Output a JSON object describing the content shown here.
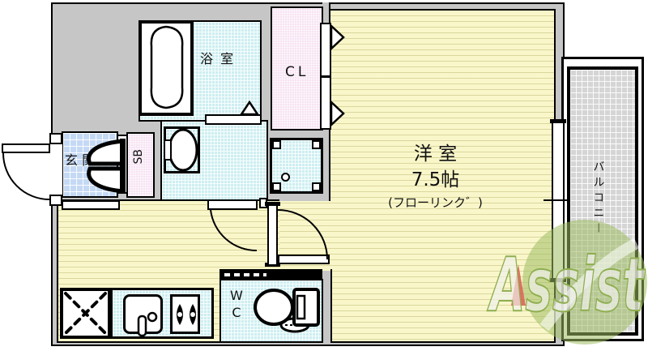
{
  "floorplan": {
    "rooms": {
      "bathroom": {
        "label": "浴 室"
      },
      "closet": {
        "label": "CL"
      },
      "entrance": {
        "label": "玄 関"
      },
      "shoebox": {
        "label": "SB"
      },
      "main_room": {
        "label": "洋 室",
        "size": "7.5帖",
        "floor_type": "(フローリンク゛)"
      },
      "wc": {
        "line1": "W",
        "line2": "C"
      },
      "balcony": {
        "label": "バルコニー"
      }
    },
    "logo": {
      "text": "Assist"
    },
    "colors": {
      "wall_gray": "#c6c6c6",
      "floor_yellow": "#f9f7ca",
      "wet_area_cyan": "#cdeef1",
      "entrance_blue": "#c5d9f4",
      "closet_pink": "#f7e3f3",
      "balcony_gray": "#d5d5d5",
      "outline_black": "#000000",
      "logo_green": "#9fbe62",
      "logo_red": "#d85b50"
    }
  }
}
